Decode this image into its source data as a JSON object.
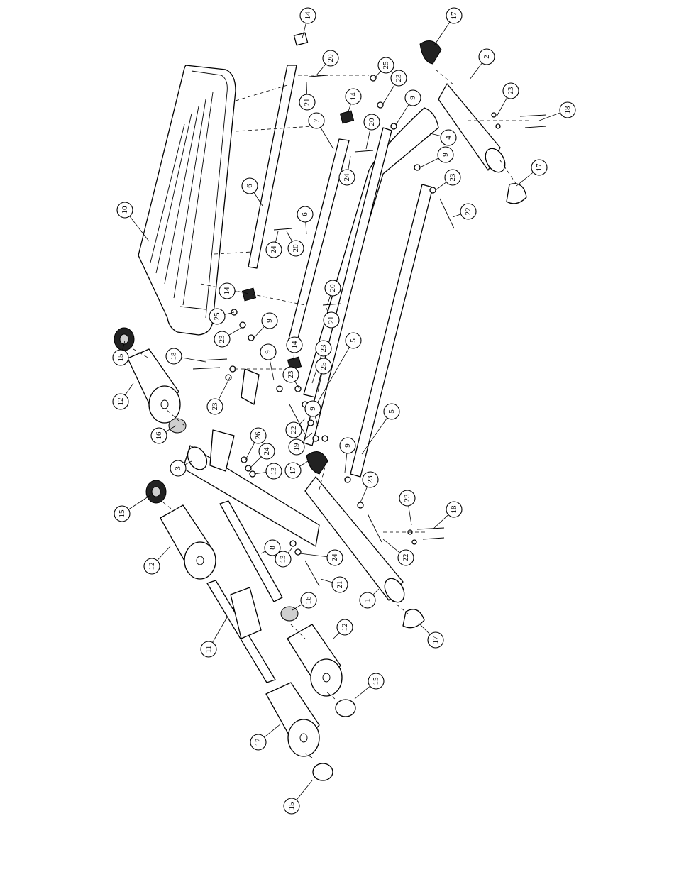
{
  "diagram": {
    "callout_labels": [
      "14",
      "20",
      "21",
      "25",
      "23",
      "17",
      "2",
      "23",
      "18",
      "14",
      "9",
      "7",
      "20",
      "24",
      "4",
      "9",
      "17",
      "23",
      "22",
      "6",
      "10",
      "24",
      "20",
      "6",
      "14",
      "20",
      "21",
      "25",
      "23",
      "9",
      "5",
      "18",
      "23",
      "23",
      "25",
      "14",
      "9",
      "23",
      "22",
      "19",
      "9",
      "5",
      "16",
      "15",
      "12",
      "3",
      "26",
      "24",
      "13",
      "17",
      "9",
      "23",
      "18",
      "23",
      "22",
      "15",
      "12",
      "8",
      "13",
      "24",
      "21",
      "16",
      "1",
      "17",
      "11",
      "12",
      "15",
      "12",
      "15"
    ]
  }
}
